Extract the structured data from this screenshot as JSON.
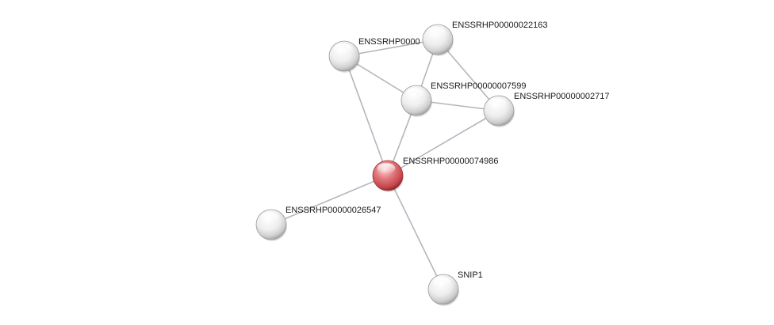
{
  "network": {
    "nodes": [
      {
        "id": "n1",
        "label": "ENSSRHP00000022163",
        "color": "white"
      },
      {
        "id": "n2",
        "label": "ENSSRHP000000XXX40",
        "visible_label": "ENSSRHP0000     40",
        "color": "white"
      },
      {
        "id": "n3",
        "label": "ENSSRHP00000007599",
        "color": "white"
      },
      {
        "id": "n4",
        "label": "ENSSRHP00000002717",
        "color": "white"
      },
      {
        "id": "n5",
        "label": "ENSSRHP00000074986",
        "color": "red"
      },
      {
        "id": "n6",
        "label": "ENSSRHP00000026547",
        "color": "white"
      },
      {
        "id": "n7",
        "label": "SNIP1",
        "color": "white"
      }
    ],
    "edges": [
      [
        "n2",
        "n1"
      ],
      [
        "n2",
        "n3"
      ],
      [
        "n2",
        "n5"
      ],
      [
        "n1",
        "n3"
      ],
      [
        "n1",
        "n4"
      ],
      [
        "n3",
        "n4"
      ],
      [
        "n3",
        "n5"
      ],
      [
        "n4",
        "n5"
      ],
      [
        "n5",
        "n6"
      ],
      [
        "n5",
        "n7"
      ]
    ],
    "colors": {
      "query_node": "#d9434a",
      "neighbor_node": "#e6e6e6",
      "edge": "#b5b5c0"
    }
  }
}
